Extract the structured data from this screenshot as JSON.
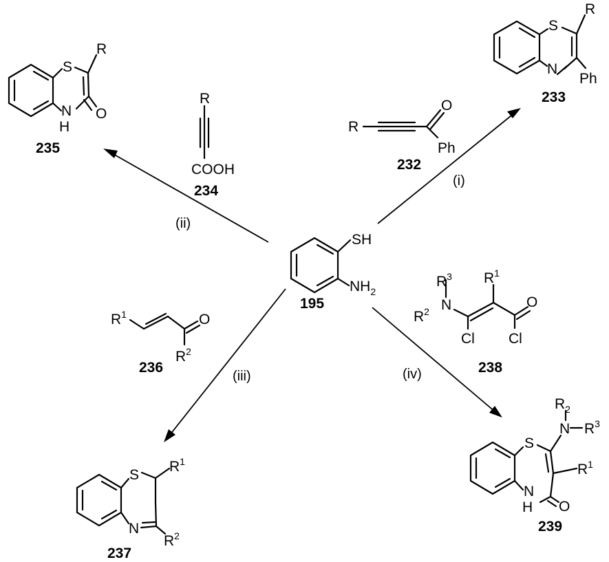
{
  "center": {
    "number": "195",
    "sh": "SH",
    "nh": "NH",
    "nh_sub": "2"
  },
  "c232": {
    "number": "232",
    "r": "R",
    "o": "O",
    "ph": "Ph"
  },
  "c233": {
    "number": "233",
    "s": "S",
    "n": "N",
    "r": "R",
    "ph": "Ph"
  },
  "c234": {
    "number": "234",
    "r": "R",
    "cooh": "COOH"
  },
  "c235": {
    "number": "235",
    "s": "S",
    "r": "R",
    "nh": "H",
    "n": "N",
    "o": "O"
  },
  "c236": {
    "number": "236",
    "r": "R",
    "r_sup1": "1",
    "o": "O",
    "r2": "R",
    "r_sup2": "2"
  },
  "c237": {
    "number": "237",
    "s": "S",
    "n": "N",
    "r": "R",
    "r_sup1": "1",
    "r2": "R",
    "r_sup2": "2"
  },
  "c238": {
    "number": "238",
    "r3": "R",
    "r3_sup": "3",
    "n": "N",
    "r1": "R",
    "r1_sup": "1",
    "r2": "R",
    "r2_sup": "2",
    "o": "O",
    "cl1": "Cl",
    "cl2": "Cl"
  },
  "c239": {
    "number": "239",
    "s": "S",
    "r2": "R",
    "r2_sub": "2",
    "n_amine": "N",
    "r3": "R",
    "r3_sup": "3",
    "r1": "R",
    "r1_sup": "1",
    "n": "N",
    "h": "H",
    "o": "O"
  },
  "conditions": {
    "i": "(i)",
    "ii": "(ii)",
    "iii": "(iii)",
    "iv": "(iv)"
  }
}
